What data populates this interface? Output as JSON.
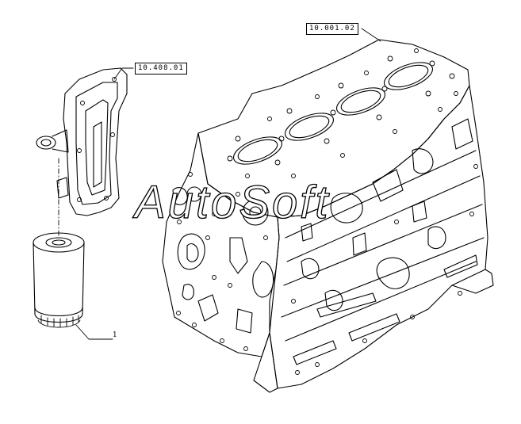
{
  "references": {
    "engine_block": "10.001.02",
    "filter_head": "10.408.01"
  },
  "item_number": "1",
  "watermark": "AutoSoft"
}
